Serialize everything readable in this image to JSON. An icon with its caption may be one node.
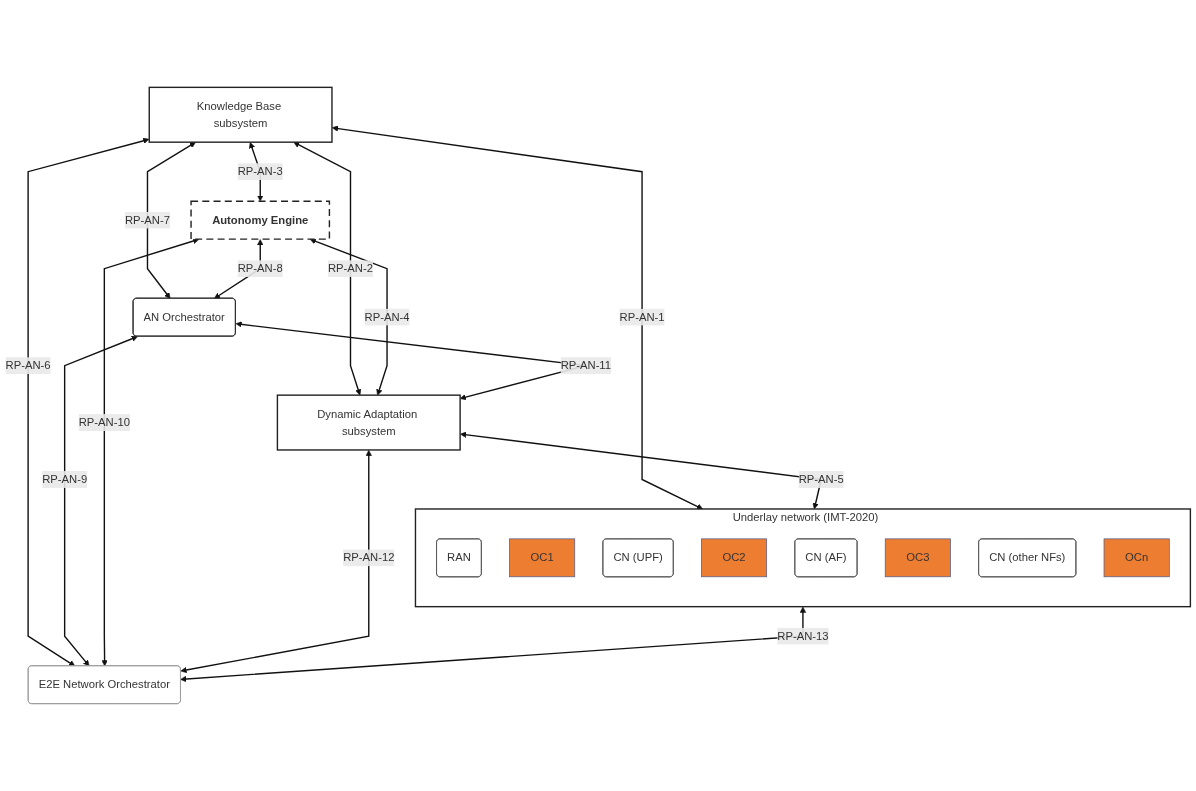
{
  "diagram": {
    "nodes": [
      {
        "text": [
          "Knowledge Base subsystem"
        ]
      },
      {
        "text": [
          "E2E Network Orchestrator"
        ]
      },
      {
        "text": [
          "AN Orchestrator"
        ]
      },
      {
        "text": [
          "Autonomy Engine"
        ]
      },
      {
        "text": [
          "Dynamic Adaptation subsystem"
        ]
      },
      {
        "text": [
          "Underlay network (IMT-2020)"
        ]
      },
      {
        "text": [
          "RAN"
        ],
        "in": 5
      },
      {
        "text": [
          "OC1"
        ],
        "in": 5
      },
      {
        "text": [
          "CN (UPF)"
        ],
        "in": 5
      },
      {
        "text": [
          "OC2"
        ],
        "in": 5
      },
      {
        "text": [
          "CN (AF)"
        ],
        "in": 5
      },
      {
        "text": [
          "OC3"
        ],
        "in": 5
      },
      {
        "text": [
          "CN (other NFs)"
        ],
        "in": 5
      },
      {
        "text": [
          "OCn"
        ],
        "in": 5
      }
    ],
    "edges": [
      {
        "from": 0,
        "to": 5,
        "arrow": "both",
        "label": "RP-AN-1"
      },
      {
        "from": 0,
        "to": 4,
        "arrow": "both",
        "label": "RP-AN-2"
      },
      {
        "from": 0,
        "to": 3,
        "arrow": "both",
        "label": "RP-AN-3"
      },
      {
        "from": 3,
        "to": 4,
        "arrow": "both",
        "label": "RP-AN-4"
      },
      {
        "from": 4,
        "to": 5,
        "arrow": "both",
        "label": "RP-AN-5"
      },
      {
        "from": 0,
        "to": 1,
        "arrow": "both",
        "label": "RP-AN-6"
      },
      {
        "from": 0,
        "to": 2,
        "arrow": "both",
        "label": "RP-AN-7"
      },
      {
        "from": 3,
        "to": 2,
        "arrow": "both",
        "label": "RP-AN-8"
      },
      {
        "from": 2,
        "to": 1,
        "arrow": "both",
        "label": "RP-AN-9"
      },
      {
        "from": 3,
        "to": 1,
        "arrow": "both",
        "label": "RP-AN-10"
      },
      {
        "from": 2,
        "to": 4,
        "arrow": "both",
        "label": "RP-AN-11"
      },
      {
        "from": 4,
        "to": 1,
        "arrow": "both",
        "label": "RP-AN-12"
      },
      {
        "from": 5,
        "to": 1,
        "arrow": "both",
        "label": "RP-AN-13"
      }
    ]
  }
}
